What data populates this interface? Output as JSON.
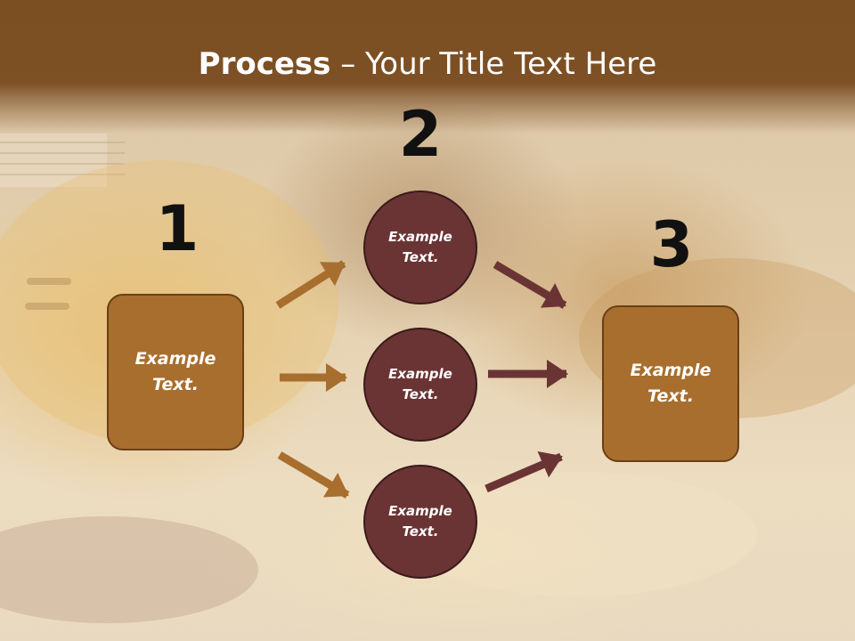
{
  "slide": {
    "title_bold": "Process",
    "title_separator": " – ",
    "title_rest": "Your Title Text Here"
  },
  "steps": [
    {
      "number": "1",
      "label_line1": "Example",
      "label_line2": "Text."
    },
    {
      "number": "2",
      "label_line1": "Example",
      "label_line2": "Text."
    },
    {
      "number": "3",
      "label_line1": "Example",
      "label_line2": "Text."
    }
  ],
  "middle_nodes": [
    {
      "label_line1": "Example",
      "label_line2": "Text."
    },
    {
      "label_line1": "Example",
      "label_line2": "Text."
    },
    {
      "label_line1": "Example",
      "label_line2": "Text."
    }
  ],
  "colors": {
    "title_bar": "#7c4f22",
    "box_fill": "#a86e2e",
    "circle_fill": "#6b3434",
    "arrow_left": "#a86e2e",
    "arrow_right": "#6b3434"
  }
}
